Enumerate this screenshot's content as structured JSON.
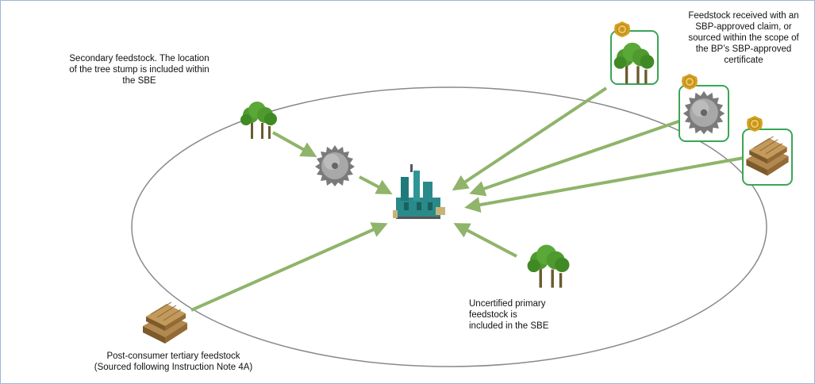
{
  "labels": {
    "secondary": [
      "Secondary feedstock.  The location",
      "of the tree stump is included within",
      "the SBE"
    ],
    "certified": [
      "Feedstock received with an",
      "SBP-approved claim, or",
      "sourced within the scope of",
      "the BP’s SBP-approved",
      "certificate"
    ],
    "uncertified": [
      "Uncertified primary",
      "feedstock is",
      "included in the SBE"
    ],
    "post_consumer": [
      "Post-consumer tertiary feedstock",
      "(Sourced following Instruction Note 4A)"
    ]
  },
  "icons": {
    "tree": "tree-icon",
    "sawmill": "circular-saw-icon",
    "pallets": "wood-pallets-icon",
    "plant": "pellet-plant-icon",
    "certified_badge": "certified-badge-icon"
  },
  "colors": {
    "arrow": "#8fb46a",
    "ellipse": "#8a8a8a",
    "certified_border": "#3aa655",
    "tree_foliage": "#4f9a2e",
    "tree_trunk": "#6b5a2e",
    "saw_metal": "#8c8c8c",
    "pallet_wood": "#a07840",
    "plant_teal": "#2a8a8a",
    "badge_gold": "#d4a01e",
    "frame_border": "#9eb6d6"
  }
}
